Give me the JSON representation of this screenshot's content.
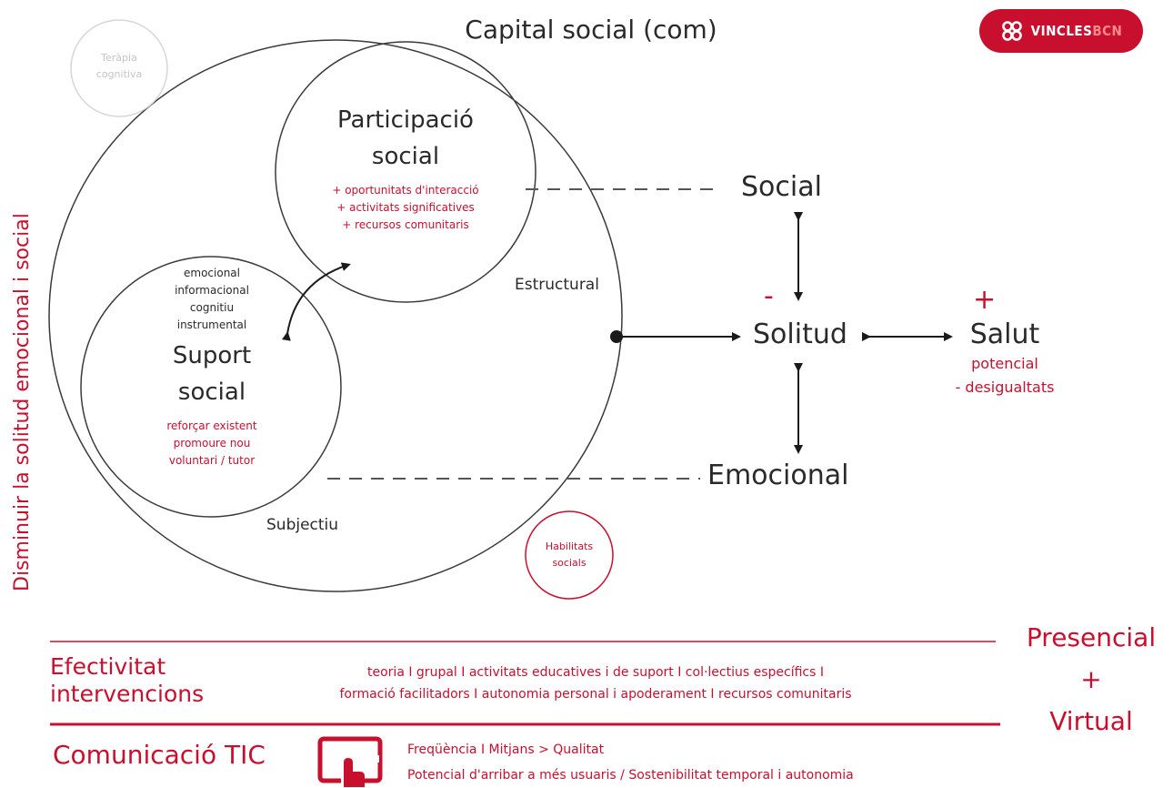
{
  "title": "Capital social (com)",
  "logo": {
    "text_main": "VINCLES",
    "text_accent": "BCN"
  },
  "vertical_label": "Disminuir la solitud emocional i social",
  "therapy": {
    "line1": "Teràpia",
    "line2": "cognitiva"
  },
  "participation": {
    "title_line1": "Participació",
    "title_line2": "social",
    "items": [
      "+ oportunitats d'interacció",
      "+ activitats significatives",
      "+ recursos comunitaris"
    ]
  },
  "support": {
    "types": [
      "emocional",
      "informacional",
      "cognitiu",
      "instrumental"
    ],
    "title_line1": "Suport",
    "title_line2": "social",
    "items": [
      "reforçar existent",
      "promoure nou",
      "voluntari / tutor"
    ]
  },
  "labels": {
    "structural": "Estructural",
    "subjective": "Subjectiu",
    "social": "Social",
    "loneliness": "Solitud",
    "emotional": "Emocional",
    "minus": "-",
    "plus": "+",
    "health": "Salut",
    "health_sub1": "potencial",
    "health_sub2": "- desigualtats"
  },
  "skills": {
    "line1": "Habilitats",
    "line2": "socials"
  },
  "interventions": {
    "title_line1": "Efectivitat",
    "title_line2": "intervencions",
    "text_line1": "teoria I grupal I activitats educatives i de suport I col·lectius específics I",
    "text_line2": "formació facilitadors I autonomia personal i apoderament I recursos comunitaris"
  },
  "mode": {
    "line1": "Presencial",
    "line2": "+",
    "line3": "Virtual"
  },
  "ict": {
    "title": "Comunicació TIC",
    "text_line1": "Freqüència I Mitjans > Qualitat",
    "text_line2": "Potencial d'arribar a més usuaris / Sostenibilitat temporal i autonomia",
    "icon": "tablet-touch-icon"
  },
  "colors": {
    "accent": "#c8102e",
    "dark": "#2a2a2a",
    "light_grey": "#c4c4c4"
  }
}
